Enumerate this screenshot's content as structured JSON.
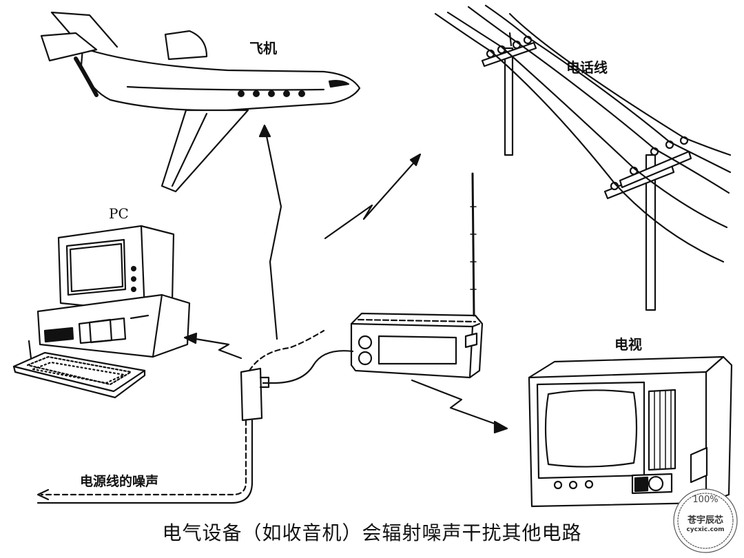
{
  "labels": {
    "airplane": "飞机",
    "telephone_line": "电话线",
    "pc": "PC",
    "tv": "电视",
    "power_line_noise": "电源线的噪声"
  },
  "caption": "电气设备（如收音机）会辐射噪声干扰其他电路",
  "watermark": {
    "percent": "100%",
    "name": "苍宇辰芯",
    "url": "cycxic.com"
  },
  "colors": {
    "line": "#111111",
    "background": "#ffffff",
    "watermark": "#555555"
  }
}
